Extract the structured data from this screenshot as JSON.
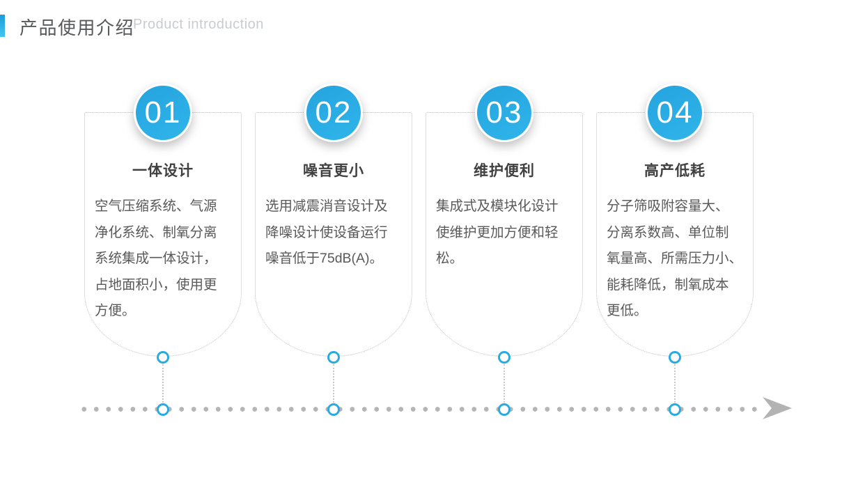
{
  "header": {
    "title_cn": "产品使用介绍",
    "title_en": "Product introduction"
  },
  "cards": [
    {
      "number": "01",
      "title": "一体设计",
      "body": "空气压缩系统、气源\n净化系统、制氧分离\n系统集成一体设计，\n占地面积小，使用更\n方便。"
    },
    {
      "number": "02",
      "title": "噪音更小",
      "body": "选用减震消音设计及\n降噪设计使设备运行\n噪音低于75dB(A)。"
    },
    {
      "number": "03",
      "title": "维护便利",
      "body": "集成式及模块化设计\n使维护更加方便和轻\n松。"
    },
    {
      "number": "04",
      "title": "高产低耗",
      "body": "分子筛吸附容量大、\n分离系数高、单位制\n氧量高、所需压力小、\n能耗降低，制氧成本\n更低。"
    }
  ],
  "colors": {
    "accent_blue": "#29abe2",
    "timeline_dot_gray": "#b5b5b5",
    "card_border_gray": "#bfbfbf",
    "title_text": "#404040",
    "body_text": "#595959",
    "subtitle_text": "#c9cccf"
  }
}
